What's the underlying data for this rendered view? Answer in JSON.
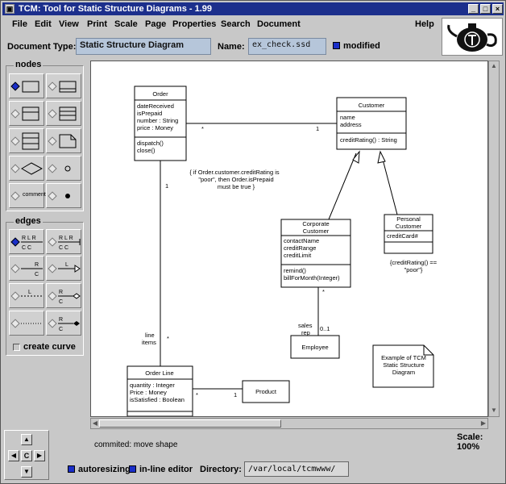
{
  "window": {
    "title": "TCM: Tool for Static Structure Diagrams - 1.99",
    "buttons": {
      "minimize": "_",
      "maximize": "□",
      "close": "×"
    }
  },
  "menu": [
    "File",
    "Edit",
    "View",
    "Print",
    "Scale",
    "Page",
    "Properties",
    "Search",
    "Document",
    "Help"
  ],
  "document": {
    "type_label": "Document Type:",
    "type_value": "Static Structure Diagram",
    "name_label": "Name:",
    "name_value": "ex_check.ssd",
    "modified_label": "modified",
    "modified": true
  },
  "palette": {
    "nodes_title": "nodes",
    "edges_title": "edges",
    "comment_label": "comment",
    "create_curve_label": "create curve",
    "create_curve": false,
    "edge_glyphs": {
      "R": "R",
      "L": "L",
      "C": "C"
    }
  },
  "diagram": {
    "order": {
      "name": "Order",
      "attributes": [
        "dateReceived",
        "isPrepaid",
        "number : String",
        "price : Money"
      ],
      "operations": [
        "dispatch()",
        "close()"
      ]
    },
    "customer": {
      "name": "Customer",
      "attributes": [
        "name",
        "address"
      ],
      "operations": [
        "creditRating() : String"
      ]
    },
    "corporate": {
      "name_line1": "Corporate",
      "name_line2": "Customer",
      "attributes": [
        "contactName",
        "creditRange",
        "creditLimit"
      ],
      "operations": [
        "remind()",
        "billForMonth(Integer)"
      ]
    },
    "personal": {
      "name_line1": "Personal",
      "name_line2": "Customer",
      "attributes": [
        "creditCard#"
      ]
    },
    "employee": {
      "name": "Employee"
    },
    "order_line": {
      "name": "Order Line",
      "attributes": [
        "quantity : Integer",
        "Price : Money",
        "isSatisfied : Boolean"
      ]
    },
    "product": {
      "name": "Product"
    },
    "constraint1": [
      "{ if Order.customer.creditRating is",
      "\"poor\", then Order.isPrepaid",
      "must be true }"
    ],
    "constraint2": [
      "{creditRating() ==",
      "\"poor\"}"
    ],
    "note": [
      "Example of TCM",
      "Static Structure",
      "Diagram"
    ],
    "mult": {
      "order_customer_order": "*",
      "order_customer_customer": "1",
      "order_line_order": "1",
      "order_line_line": "*",
      "line_items_1": "line",
      "line_items_2": "items",
      "sales_rep_1": "sales",
      "sales_rep_2": "rep",
      "rep_corp": "*",
      "rep_emp": "0..1",
      "ol_product_ol": "*",
      "ol_product_p": "1"
    }
  },
  "status": {
    "message": "commited: move shape",
    "scale": "Scale: 100%",
    "autoresizing_label": "autoresizing",
    "autoresizing": true,
    "inline_label": "in-line editor",
    "inline": true,
    "directory_label": "Directory:",
    "directory_value": "/var/local/tcmwww/"
  },
  "nav": {
    "up": "▲",
    "down": "▼",
    "left": "◀",
    "right": "▶",
    "center": "C"
  }
}
